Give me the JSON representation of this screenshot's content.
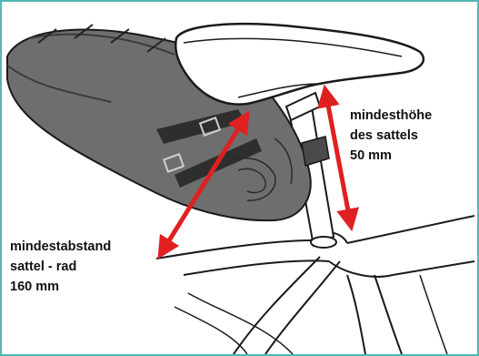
{
  "labels": {
    "min_saddle_height": {
      "line1": "mindesthöhe",
      "line2": "des sattels",
      "line3": "50 mm"
    },
    "min_saddle_wheel_distance": {
      "line1": "mindestabstand",
      "line2": "sattel - rad",
      "line3": "160 mm"
    }
  },
  "colors": {
    "frame_border": "#4fb8b4",
    "arrow": "#e02020",
    "bag": "#6e6e6e",
    "line_art": "#1a1a1a"
  }
}
